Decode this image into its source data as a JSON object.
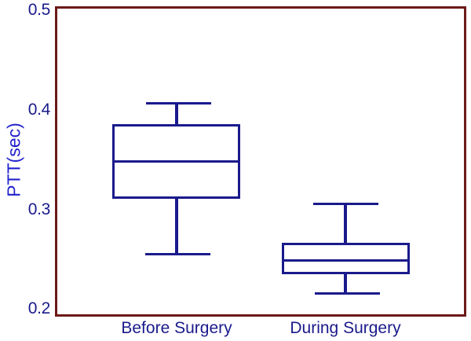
{
  "chart_data": {
    "type": "box",
    "title": "",
    "xlabel": "",
    "ylabel": "PTT(sec)",
    "ylim": [
      0.2,
      0.5
    ],
    "y_ticks_major": [
      "0.2",
      "0.3",
      "0.4",
      "0.5"
    ],
    "y_ticks_minor": [
      "0.25",
      "0.35",
      "0.45"
    ],
    "grid": false,
    "legend": "none",
    "categories": [
      "Before Surgery",
      "During Surgery"
    ],
    "boxes": [
      {
        "label": "Before Surgery",
        "whisker_low": 0.255,
        "q1": 0.313,
        "median": 0.35,
        "q3": 0.385,
        "whisker_high": 0.408
      },
      {
        "label": "During Surgery",
        "whisker_low": 0.218,
        "q1": 0.238,
        "median": 0.25,
        "q3": 0.268,
        "whisker_high": 0.305
      }
    ]
  },
  "axis": {
    "y_label_0": "0.2",
    "y_label_1": "0.3",
    "y_label_2": "0.4",
    "y_label_3": "0.5",
    "y_title": "PTT(sec)"
  },
  "xcats": {
    "cat_0": "Before Surgery",
    "cat_1": "During Surgery"
  },
  "colors": {
    "frame": "#6b1a17",
    "box_stroke": "#1a1a8c",
    "tick_label": "#1a1a8c",
    "axis_title": "#2222cc",
    "background": "#ffffff"
  }
}
